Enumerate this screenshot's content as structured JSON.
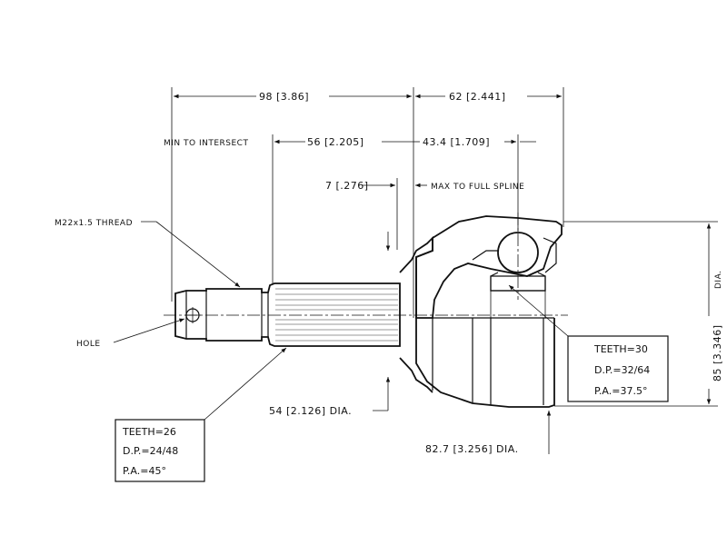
{
  "dimensions": {
    "overall_left": "98 [3.86]",
    "overall_right": "62 [2.441]",
    "min_to_intersect": "MIN TO INTERSECT",
    "spline_length": "56 [2.205]",
    "center_offset": "43.4 [1.709]",
    "spline_gap": "7 [.276]",
    "max_to_full_spline": "MAX TO FULL SPLINE",
    "thread": "M22x1.5 THREAD",
    "hole": "HOLE",
    "outer_dia": "85 [3.346]",
    "dia_label": "DIA.",
    "seal_dia": "54 [2.126] DIA.",
    "housing_dia": "82.7 [3.256] DIA."
  },
  "outer_spline_box": {
    "teeth": "TEETH=26",
    "dp": "D.P.=24/48",
    "pa": "P.A.=45°"
  },
  "inner_spline_box": {
    "teeth": "TEETH=30",
    "dp": "D.P.=32/64",
    "pa": "P.A.=37.5°"
  }
}
